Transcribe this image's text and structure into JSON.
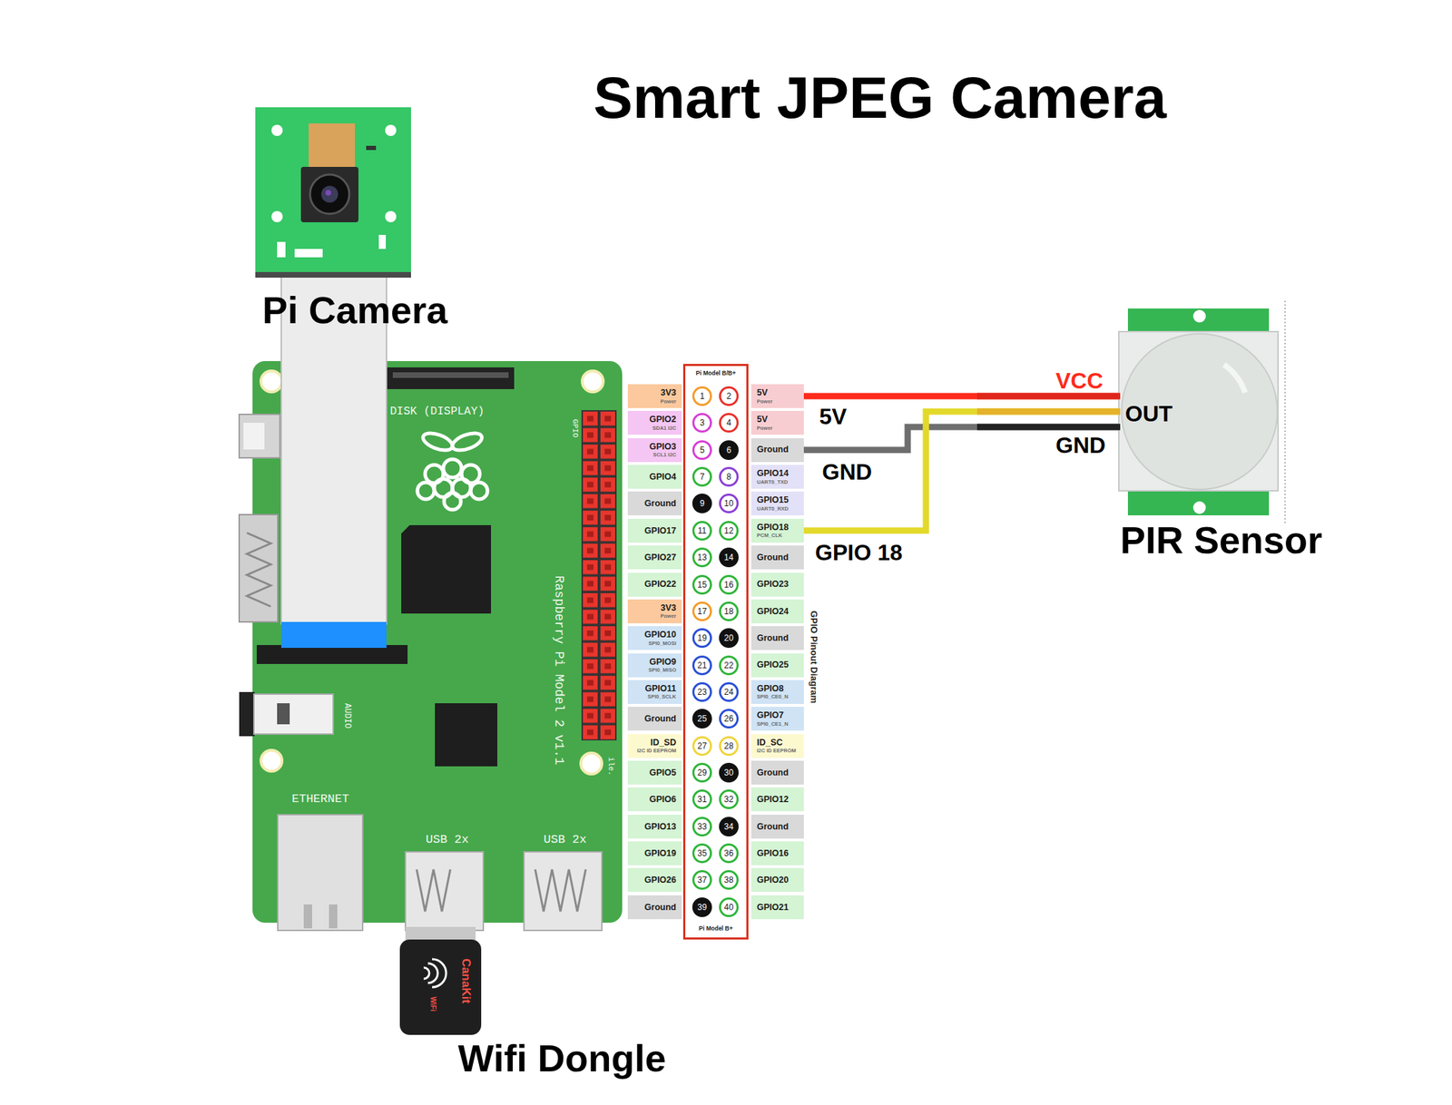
{
  "diagram": {
    "title": "Smart JPEG Camera",
    "nodes": [
      {
        "text": [
          "Pi Camera"
        ]
      },
      {
        "text": [
          "DISK (DISPLAY)",
          "GPIO",
          "Raspberry Pi Model 2 v1.1",
          "AUDIO",
          "ETHERNET",
          "USB 2x",
          "USB 2x",
          "ile."
        ]
      },
      {
        "text": [
          "Pi Model B/B+",
          "Pi Model B+"
        ]
      },
      {
        "text": [
          "3V3",
          "Power"
        ]
      },
      {
        "text": [
          "1"
        ],
        "in": 2
      },
      {
        "text": [
          "2"
        ],
        "in": 2
      },
      {
        "text": [
          "5V",
          "Power"
        ]
      },
      {
        "text": [
          "GPIO2",
          "SDA1 I2C"
        ]
      },
      {
        "text": [
          "3"
        ],
        "in": 2
      },
      {
        "text": [
          "4"
        ],
        "in": 2
      },
      {
        "text": [
          "5V",
          "Power"
        ]
      },
      {
        "text": [
          "GPIO3",
          "SCL1 I2C"
        ]
      },
      {
        "text": [
          "5"
        ],
        "in": 2
      },
      {
        "text": [
          "6"
        ],
        "in": 2
      },
      {
        "text": [
          "Ground"
        ]
      },
      {
        "text": [
          "GPIO4"
        ]
      },
      {
        "text": [
          "7"
        ],
        "in": 2
      },
      {
        "text": [
          "8"
        ],
        "in": 2
      },
      {
        "text": [
          "GPIO14",
          "UART0_TXD"
        ]
      },
      {
        "text": [
          "Ground"
        ]
      },
      {
        "text": [
          "9"
        ],
        "in": 2
      },
      {
        "text": [
          "10"
        ],
        "in": 2
      },
      {
        "text": [
          "GPIO15",
          "UART0_RXD"
        ]
      },
      {
        "text": [
          "GPIO17"
        ]
      },
      {
        "text": [
          "11"
        ],
        "in": 2
      },
      {
        "text": [
          "12"
        ],
        "in": 2
      },
      {
        "text": [
          "GPIO18",
          "PCM_CLK"
        ]
      },
      {
        "text": [
          "GPIO27"
        ]
      },
      {
        "text": [
          "13"
        ],
        "in": 2
      },
      {
        "text": [
          "14"
        ],
        "in": 2
      },
      {
        "text": [
          "Ground"
        ]
      },
      {
        "text": [
          "GPIO22"
        ]
      },
      {
        "text": [
          "15"
        ],
        "in": 2
      },
      {
        "text": [
          "16"
        ],
        "in": 2
      },
      {
        "text": [
          "GPIO23"
        ]
      },
      {
        "text": [
          "3V3",
          "Power"
        ]
      },
      {
        "text": [
          "17"
        ],
        "in": 2
      },
      {
        "text": [
          "18"
        ],
        "in": 2
      },
      {
        "text": [
          "GPIO24"
        ]
      },
      {
        "text": [
          "GPIO10",
          "SPI0_MOSI"
        ]
      },
      {
        "text": [
          "19"
        ],
        "in": 2
      },
      {
        "text": [
          "20"
        ],
        "in": 2
      },
      {
        "text": [
          "Ground"
        ]
      },
      {
        "text": [
          "GPIO9",
          "SPI0_MISO"
        ]
      },
      {
        "text": [
          "21"
        ],
        "in": 2
      },
      {
        "text": [
          "22"
        ],
        "in": 2
      },
      {
        "text": [
          "GPIO25"
        ]
      },
      {
        "text": [
          "GPIO11",
          "SPI0_SCLK"
        ]
      },
      {
        "text": [
          "23"
        ],
        "in": 2
      },
      {
        "text": [
          "24"
        ],
        "in": 2
      },
      {
        "text": [
          "GPIO8",
          "SPI0_CE0_N"
        ]
      },
      {
        "text": [
          "Ground"
        ]
      },
      {
        "text": [
          "25"
        ],
        "in": 2
      },
      {
        "text": [
          "26"
        ],
        "in": 2
      },
      {
        "text": [
          "GPIO7",
          "SPI0_CE1_N"
        ]
      },
      {
        "text": [
          "ID_SD",
          "I2C ID EEPROM"
        ]
      },
      {
        "text": [
          "27"
        ],
        "in": 2
      },
      {
        "text": [
          "28"
        ],
        "in": 2
      },
      {
        "text": [
          "ID_SC",
          "I2C ID EEPROM"
        ]
      },
      {
        "text": [
          "GPIO5"
        ]
      },
      {
        "text": [
          "29"
        ],
        "in": 2
      },
      {
        "text": [
          "30"
        ],
        "in": 2
      },
      {
        "text": [
          "Ground"
        ]
      },
      {
        "text": [
          "GPIO6"
        ]
      },
      {
        "text": [
          "31"
        ],
        "in": 2
      },
      {
        "text": [
          "32"
        ],
        "in": 2
      },
      {
        "text": [
          "GPIO12"
        ]
      },
      {
        "text": [
          "GPIO13"
        ]
      },
      {
        "text": [
          "33"
        ],
        "in": 2
      },
      {
        "text": [
          "34"
        ],
        "in": 2
      },
      {
        "text": [
          "Ground"
        ]
      },
      {
        "text": [
          "GPIO19"
        ]
      },
      {
        "text": [
          "35"
        ],
        "in": 2
      },
      {
        "text": [
          "36"
        ],
        "in": 2
      },
      {
        "text": [
          "GPIO16"
        ]
      },
      {
        "text": [
          "GPIO26"
        ]
      },
      {
        "text": [
          "37"
        ],
        "in": 2
      },
      {
        "text": [
          "38"
        ],
        "in": 2
      },
      {
        "text": [
          "GPIO20"
        ]
      },
      {
        "text": [
          "Ground"
        ]
      },
      {
        "text": [
          "39"
        ],
        "in": 2
      },
      {
        "text": [
          "40"
        ],
        "in": 2
      },
      {
        "text": [
          "GPIO21"
        ]
      },
      {
        "text": [
          "PIR Sensor"
        ]
      },
      {
        "text": [
          "Wifi Dongle",
          "CanaKit",
          "WiFi"
        ]
      }
    ],
    "edges": [
      {
        "from": 6,
        "to": 83,
        "label": "5V",
        "arrow": "none"
      },
      {
        "from": 14,
        "to": 83,
        "label": "GND",
        "arrow": "none"
      },
      {
        "from": 26,
        "to": 83,
        "label": "GPIO 18",
        "arrow": "none"
      }
    ],
    "labels": [
      "VCC",
      "OUT",
      "GND",
      "GPIO Pinout Diagram"
    ]
  }
}
